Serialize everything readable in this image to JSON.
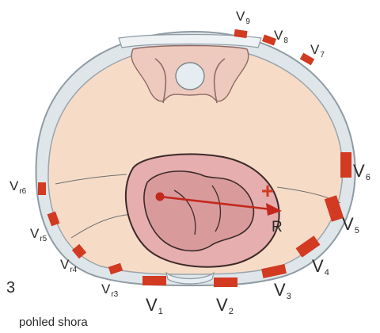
{
  "figure_number": "3",
  "caption": "pohled shora",
  "axis_label": "R",
  "polarity_sign": "+",
  "leads_left": [
    {
      "letter": "V",
      "sub": "r6"
    },
    {
      "letter": "V",
      "sub": "r5"
    },
    {
      "letter": "V",
      "sub": "r4"
    },
    {
      "letter": "V",
      "sub": "r3"
    }
  ],
  "leads_right": [
    {
      "letter": "V",
      "sub": "1"
    },
    {
      "letter": "V",
      "sub": "2"
    },
    {
      "letter": "V",
      "sub": "3"
    },
    {
      "letter": "V",
      "sub": "4"
    },
    {
      "letter": "V",
      "sub": "5"
    },
    {
      "letter": "V",
      "sub": "6"
    },
    {
      "letter": "V",
      "sub": "7"
    },
    {
      "letter": "V",
      "sub": "8"
    },
    {
      "letter": "V",
      "sub": "9"
    }
  ],
  "colors": {
    "electrode": "#d23a22",
    "vector": "#c4281c",
    "body_fill": "#f6dcc7",
    "body_outline": "#b9c3c9",
    "heart_fill": "#e6aeae",
    "inner_fill": "#d99a9c"
  }
}
